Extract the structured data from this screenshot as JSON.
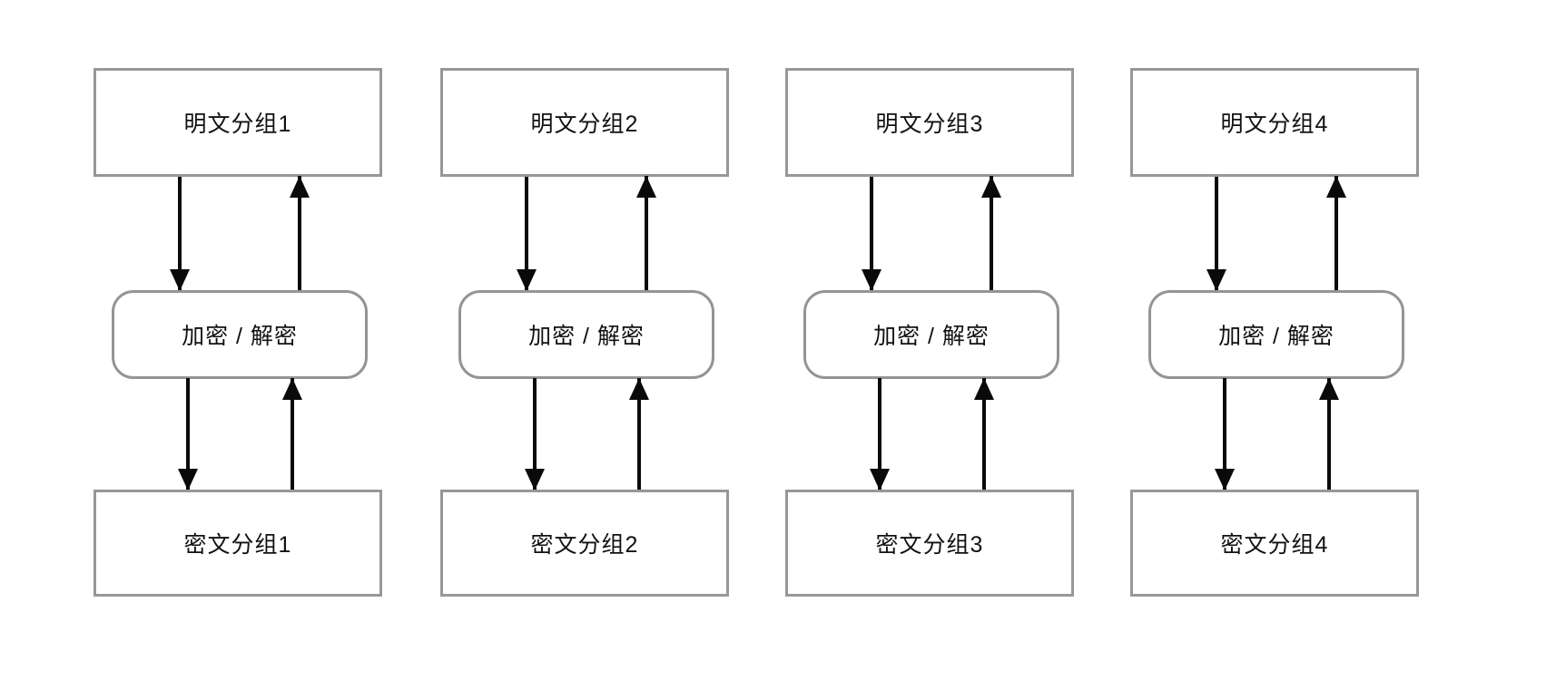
{
  "diagram": {
    "kind": "block-cipher-mode-flow",
    "colors": {
      "background": "#ffffff",
      "box_border_gray": "#979797",
      "rounded_border_gray": "#949494",
      "arrow_black": "#0a0a0a",
      "text": "#111111"
    },
    "columns": [
      {
        "plaintext_label": "明文分组1",
        "process_label": "加密 / 解密",
        "ciphertext_label": "密文分组1"
      },
      {
        "plaintext_label": "明文分组2",
        "process_label": "加密 / 解密",
        "ciphertext_label": "密文分组2"
      },
      {
        "plaintext_label": "明文分组3",
        "process_label": "加密 / 解密",
        "ciphertext_label": "密文分组3"
      },
      {
        "plaintext_label": "明文分组4",
        "process_label": "加密 / 解密",
        "ciphertext_label": "密文分组4"
      }
    ]
  }
}
